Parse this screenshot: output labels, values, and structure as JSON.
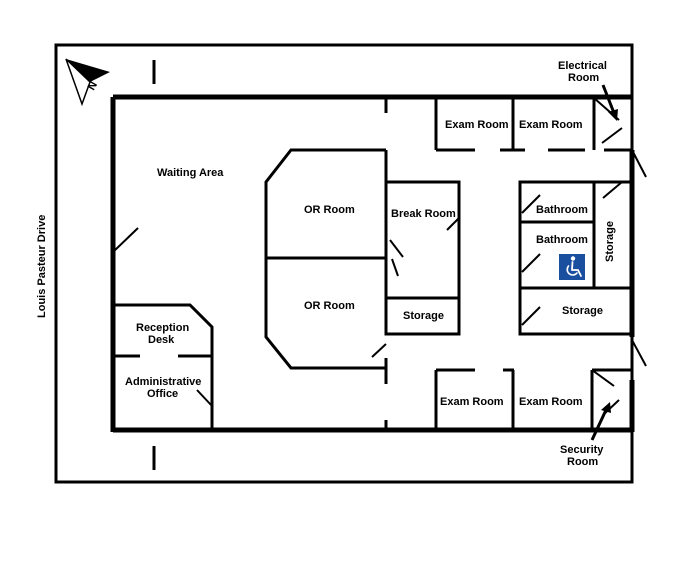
{
  "street": "Louis Pasteur Drive",
  "compass": {
    "letter": "N"
  },
  "rooms": {
    "waiting_area": "Waiting Area",
    "or_room_1": "OR Room",
    "or_room_2": "OR Room",
    "break_room": "Break Room",
    "storage_center": "Storage",
    "reception_line1": "Reception",
    "reception_line2": "Desk",
    "admin_line1": "Administrative",
    "admin_line2": "Office",
    "exam_top_1": "Exam Room",
    "exam_top_2": "Exam Room",
    "exam_bottom_1": "Exam Room",
    "exam_bottom_2": "Exam Room",
    "bathroom_1": "Bathroom",
    "bathroom_2": "Bathroom",
    "storage_vertical": "Storage",
    "storage_right": "Storage",
    "electrical_line1": "Electrical",
    "electrical_line2": "Room",
    "security_line1": "Security",
    "security_line2": "Room"
  },
  "icons": {
    "accessibility": "wheelchair-accessible-icon",
    "accessibility_color": "#1a4fa0"
  }
}
